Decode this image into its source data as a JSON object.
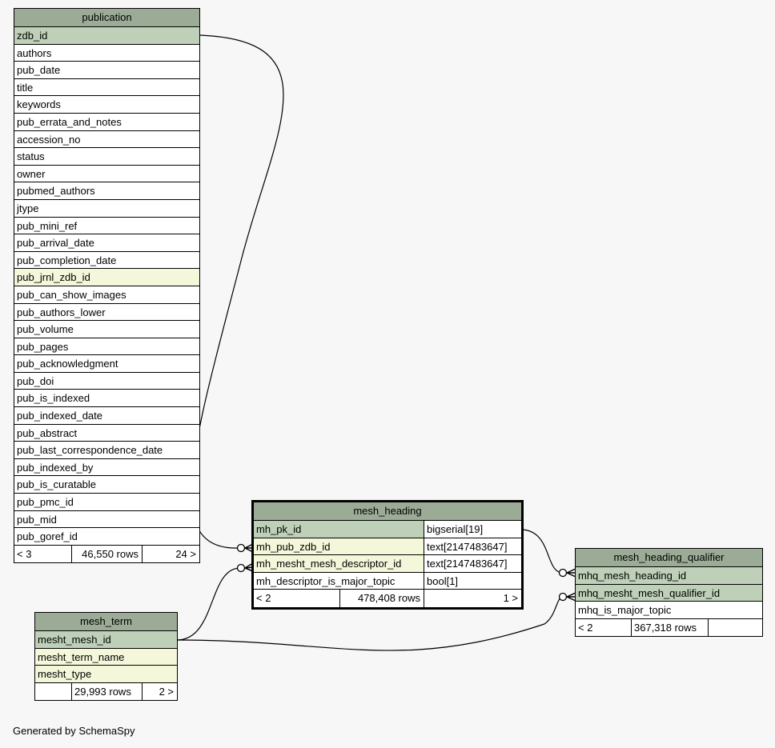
{
  "tables": {
    "publication": {
      "name": "publication",
      "columns": [
        {
          "name": "zdb_id",
          "kind": "pk"
        },
        {
          "name": "authors",
          "kind": "plain"
        },
        {
          "name": "pub_date",
          "kind": "plain"
        },
        {
          "name": "title",
          "kind": "plain"
        },
        {
          "name": "keywords",
          "kind": "plain"
        },
        {
          "name": "pub_errata_and_notes",
          "kind": "plain"
        },
        {
          "name": "accession_no",
          "kind": "plain"
        },
        {
          "name": "status",
          "kind": "plain"
        },
        {
          "name": "owner",
          "kind": "plain"
        },
        {
          "name": "pubmed_authors",
          "kind": "plain"
        },
        {
          "name": "jtype",
          "kind": "plain"
        },
        {
          "name": "pub_mini_ref",
          "kind": "plain"
        },
        {
          "name": "pub_arrival_date",
          "kind": "plain"
        },
        {
          "name": "pub_completion_date",
          "kind": "plain"
        },
        {
          "name": "pub_jrnl_zdb_id",
          "kind": "fk"
        },
        {
          "name": "pub_can_show_images",
          "kind": "plain"
        },
        {
          "name": "pub_authors_lower",
          "kind": "plain"
        },
        {
          "name": "pub_volume",
          "kind": "plain"
        },
        {
          "name": "pub_pages",
          "kind": "plain"
        },
        {
          "name": "pub_acknowledgment",
          "kind": "plain"
        },
        {
          "name": "pub_doi",
          "kind": "plain"
        },
        {
          "name": "pub_is_indexed",
          "kind": "plain"
        },
        {
          "name": "pub_indexed_date",
          "kind": "plain"
        },
        {
          "name": "pub_abstract",
          "kind": "plain"
        },
        {
          "name": "pub_last_correspondence_date",
          "kind": "plain"
        },
        {
          "name": "pub_indexed_by",
          "kind": "plain"
        },
        {
          "name": "pub_is_curatable",
          "kind": "plain"
        },
        {
          "name": "pub_pmc_id",
          "kind": "plain"
        },
        {
          "name": "pub_mid",
          "kind": "plain"
        },
        {
          "name": "pub_goref_id",
          "kind": "plain"
        }
      ],
      "footer": {
        "parents": "< 3",
        "rows": "46,550 rows",
        "children": "24 >"
      }
    },
    "mesh_heading": {
      "name": "mesh_heading",
      "columns": [
        {
          "name": "mh_pk_id",
          "type": "bigserial[19]",
          "kind": "pk"
        },
        {
          "name": "mh_pub_zdb_id",
          "type": "text[2147483647]",
          "kind": "fk"
        },
        {
          "name": "mh_mesht_mesh_descriptor_id",
          "type": "text[2147483647]",
          "kind": "fk"
        },
        {
          "name": "mh_descriptor_is_major_topic",
          "type": "bool[1]",
          "kind": "plain"
        }
      ],
      "footer": {
        "parents": "< 2",
        "rows": "478,408 rows",
        "children": "1 >"
      }
    },
    "mesh_heading_qualifier": {
      "name": "mesh_heading_qualifier",
      "columns": [
        {
          "name": "mhq_mesh_heading_id",
          "kind": "pk"
        },
        {
          "name": "mhq_mesht_mesh_qualifier_id",
          "kind": "pk"
        },
        {
          "name": "mhq_is_major_topic",
          "kind": "plain"
        }
      ],
      "footer": {
        "parents": "< 2",
        "rows": "367,318 rows",
        "children": ""
      }
    },
    "mesh_term": {
      "name": "mesh_term",
      "columns": [
        {
          "name": "mesht_mesh_id",
          "kind": "pk"
        },
        {
          "name": "mesht_term_name",
          "kind": "fk"
        },
        {
          "name": "mesht_type",
          "kind": "fk"
        }
      ],
      "footer": {
        "parents": "",
        "rows": "29,993 rows",
        "children": "2 >"
      }
    }
  },
  "relationships": [
    {
      "from": "publication.zdb_id",
      "to": "mesh_heading.mh_pub_zdb_id"
    },
    {
      "from": "mesh_term.mesht_mesh_id",
      "to": "mesh_heading.mh_mesht_mesh_descriptor_id"
    },
    {
      "from": "mesh_heading.mh_pk_id",
      "to": "mesh_heading_qualifier.mhq_mesh_heading_id"
    },
    {
      "from": "mesh_term.mesht_mesh_id",
      "to": "mesh_heading_qualifier.mhq_mesht_mesh_qualifier_id"
    }
  ],
  "colors": {
    "header": "#9bab96",
    "primary_key": "#bed1b8",
    "foreign_key": "#f4f7da",
    "background": "#f7f7f7"
  },
  "caption": "Generated by SchemaSpy"
}
